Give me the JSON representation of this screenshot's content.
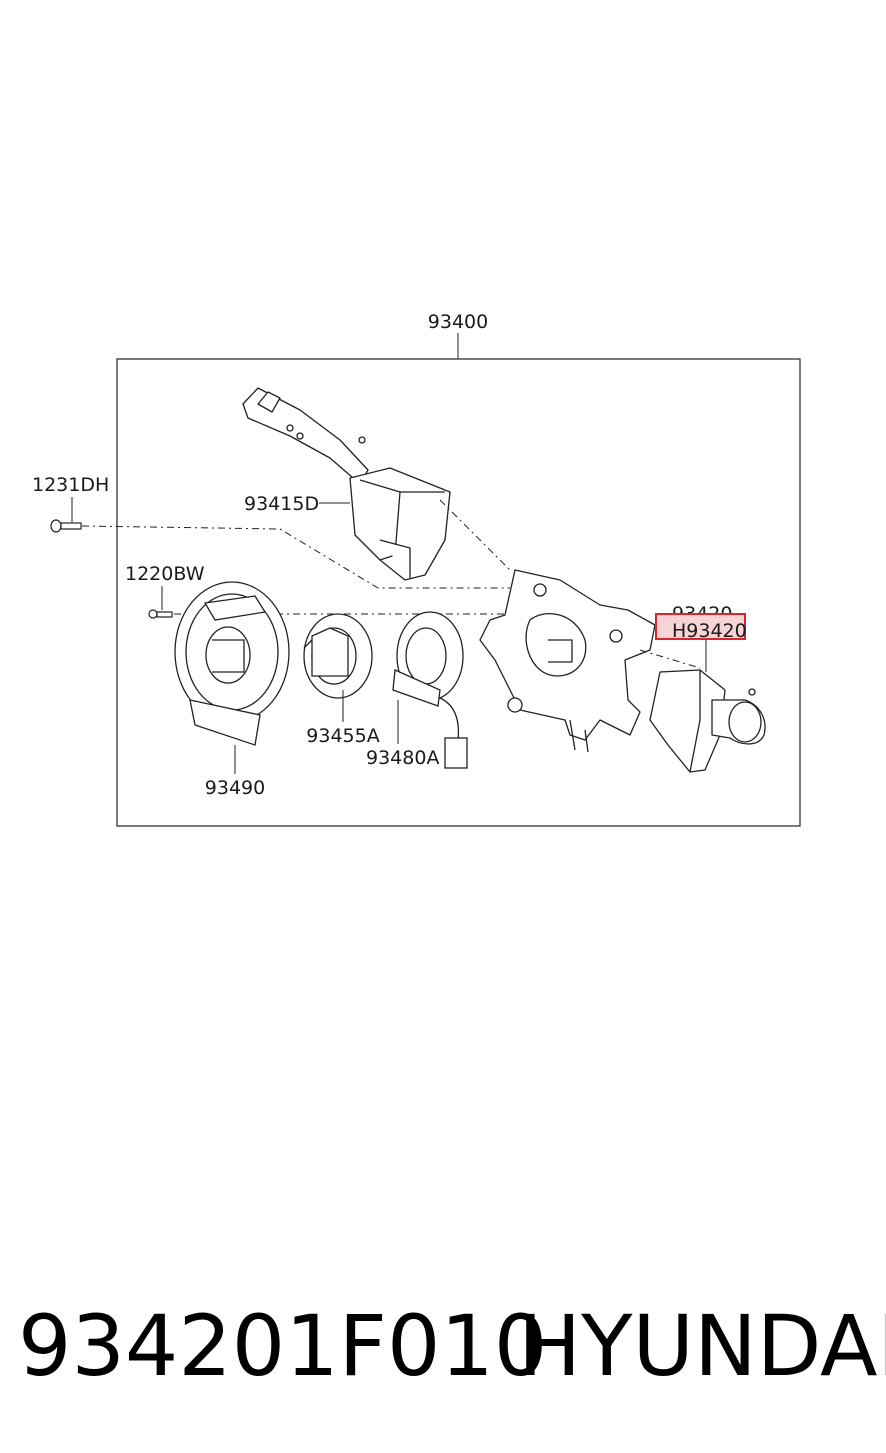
{
  "diagram": {
    "callouts": {
      "assembly": "93400",
      "bolt_top": "1231DH",
      "screw": "1220BW",
      "lever_switch": "93415D",
      "body_switch": "93420",
      "highlighted_part": "H93420",
      "clock_spring": "93490",
      "ring": "93455A",
      "sensor": "93480A"
    },
    "highlight_color": "#d9262b",
    "highlight_fill": "#f7d3d6"
  },
  "footer": {
    "part_number": "934201F010",
    "brand": "HYUNDAI"
  }
}
